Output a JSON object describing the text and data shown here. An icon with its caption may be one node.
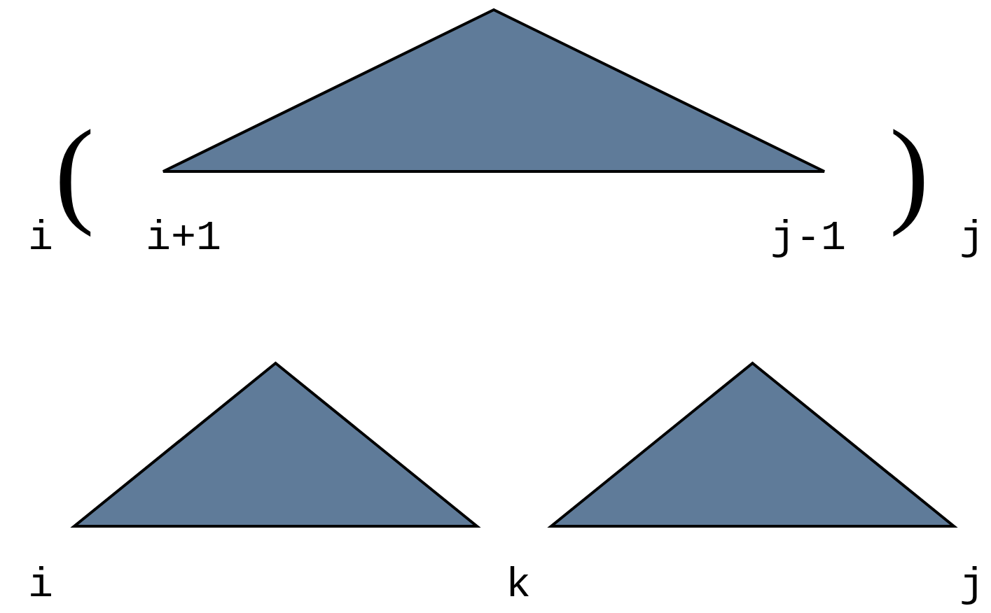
{
  "diagram": {
    "nodes": [
      {
        "text": [],
        "shape": "triangle"
      },
      {
        "text": [],
        "shape": "triangle"
      },
      {
        "text": [],
        "shape": "triangle"
      }
    ],
    "labels": [
      "(",
      ")",
      "i",
      "i+1",
      "j-1",
      "j",
      "i",
      "k",
      "j"
    ]
  }
}
